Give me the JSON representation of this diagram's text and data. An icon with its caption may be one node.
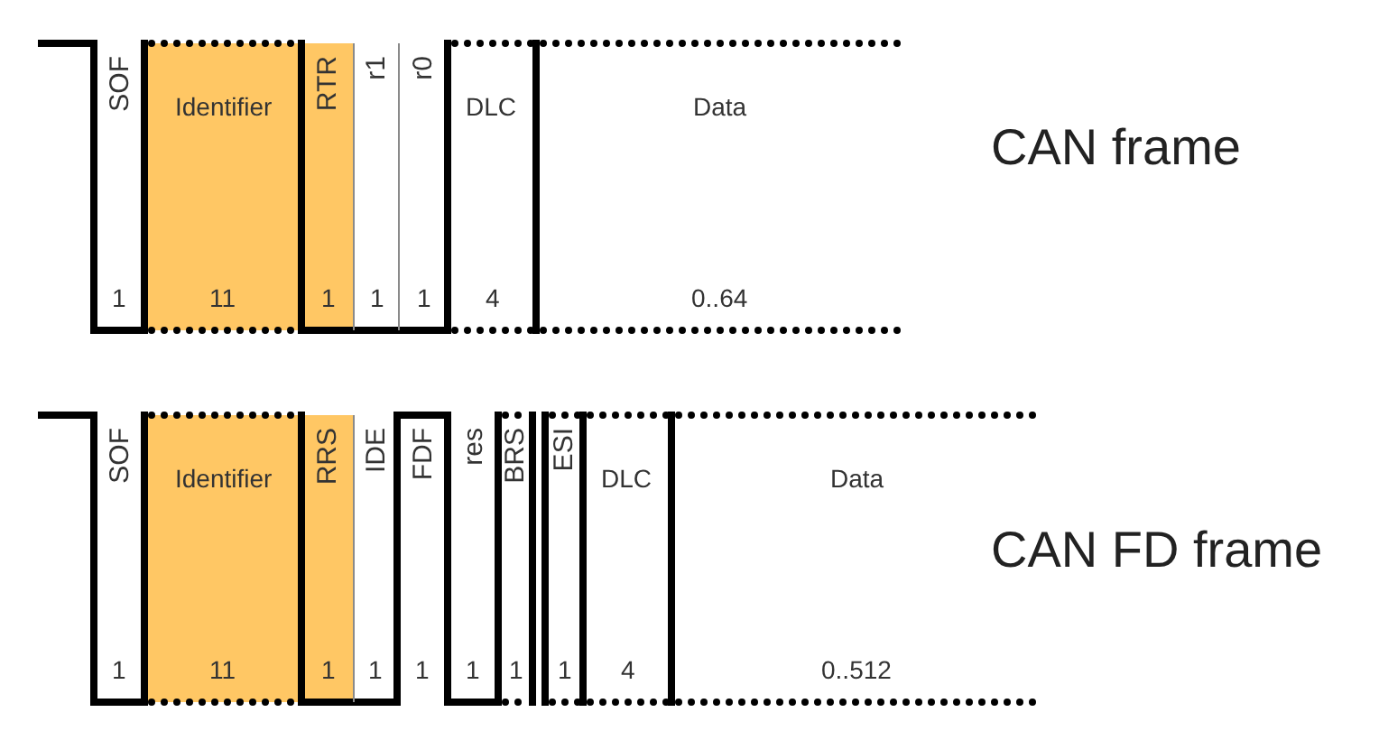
{
  "diagram": {
    "nodes": [
      {
        "text": [
          "SOF",
          "1"
        ]
      },
      {
        "text": [
          "Identifier",
          "11"
        ]
      },
      {
        "text": [
          "RTR",
          "1"
        ]
      },
      {
        "text": [
          "r1",
          "1"
        ]
      },
      {
        "text": [
          "r0",
          "1"
        ]
      },
      {
        "text": [
          "DLC",
          "4"
        ]
      },
      {
        "text": [
          "Data",
          "0..64"
        ]
      },
      {
        "text": [
          "SOF",
          "1"
        ]
      },
      {
        "text": [
          "Identifier",
          "11"
        ]
      },
      {
        "text": [
          "RRS",
          "1"
        ]
      },
      {
        "text": [
          "IDE",
          "1"
        ]
      },
      {
        "text": [
          "FDF",
          "1"
        ]
      },
      {
        "text": [
          "res",
          "1"
        ]
      },
      {
        "text": [
          "BRS",
          "1"
        ]
      },
      {
        "text": [
          "ESI",
          "1"
        ]
      },
      {
        "text": [
          "DLC",
          "4"
        ]
      },
      {
        "text": [
          "Data",
          "0..512"
        ]
      }
    ],
    "labels": [
      "CAN frame",
      "CAN FD frame"
    ]
  }
}
